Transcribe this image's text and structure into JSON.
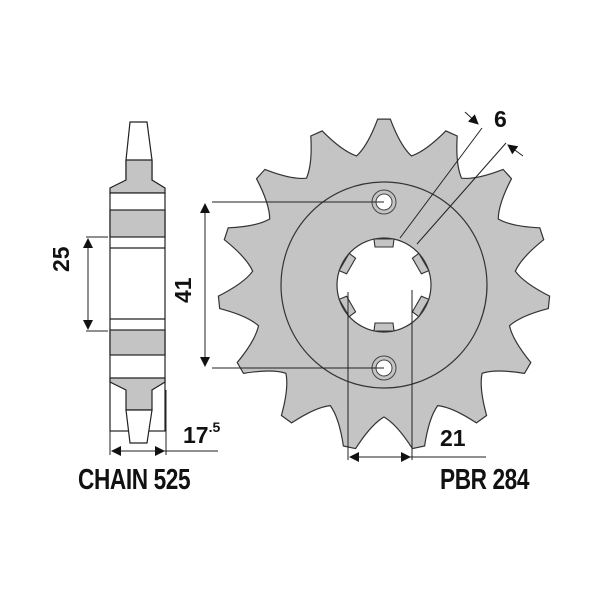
{
  "diagram": {
    "subject": "front sprocket technical drawing",
    "colors": {
      "fill": "#c4c4c4",
      "stroke": "#222222",
      "background": "#ffffff"
    },
    "sprocket": {
      "teeth": 15
    },
    "labels": {
      "chain": "CHAIN 525",
      "part_number": "PBR 284"
    },
    "dimensions": {
      "hub_width": "25",
      "bolt_spacing": "41",
      "tooth_offset_main": "17",
      "tooth_offset_sup": ".5",
      "spline_width": "21",
      "bolt_width": "6"
    }
  }
}
